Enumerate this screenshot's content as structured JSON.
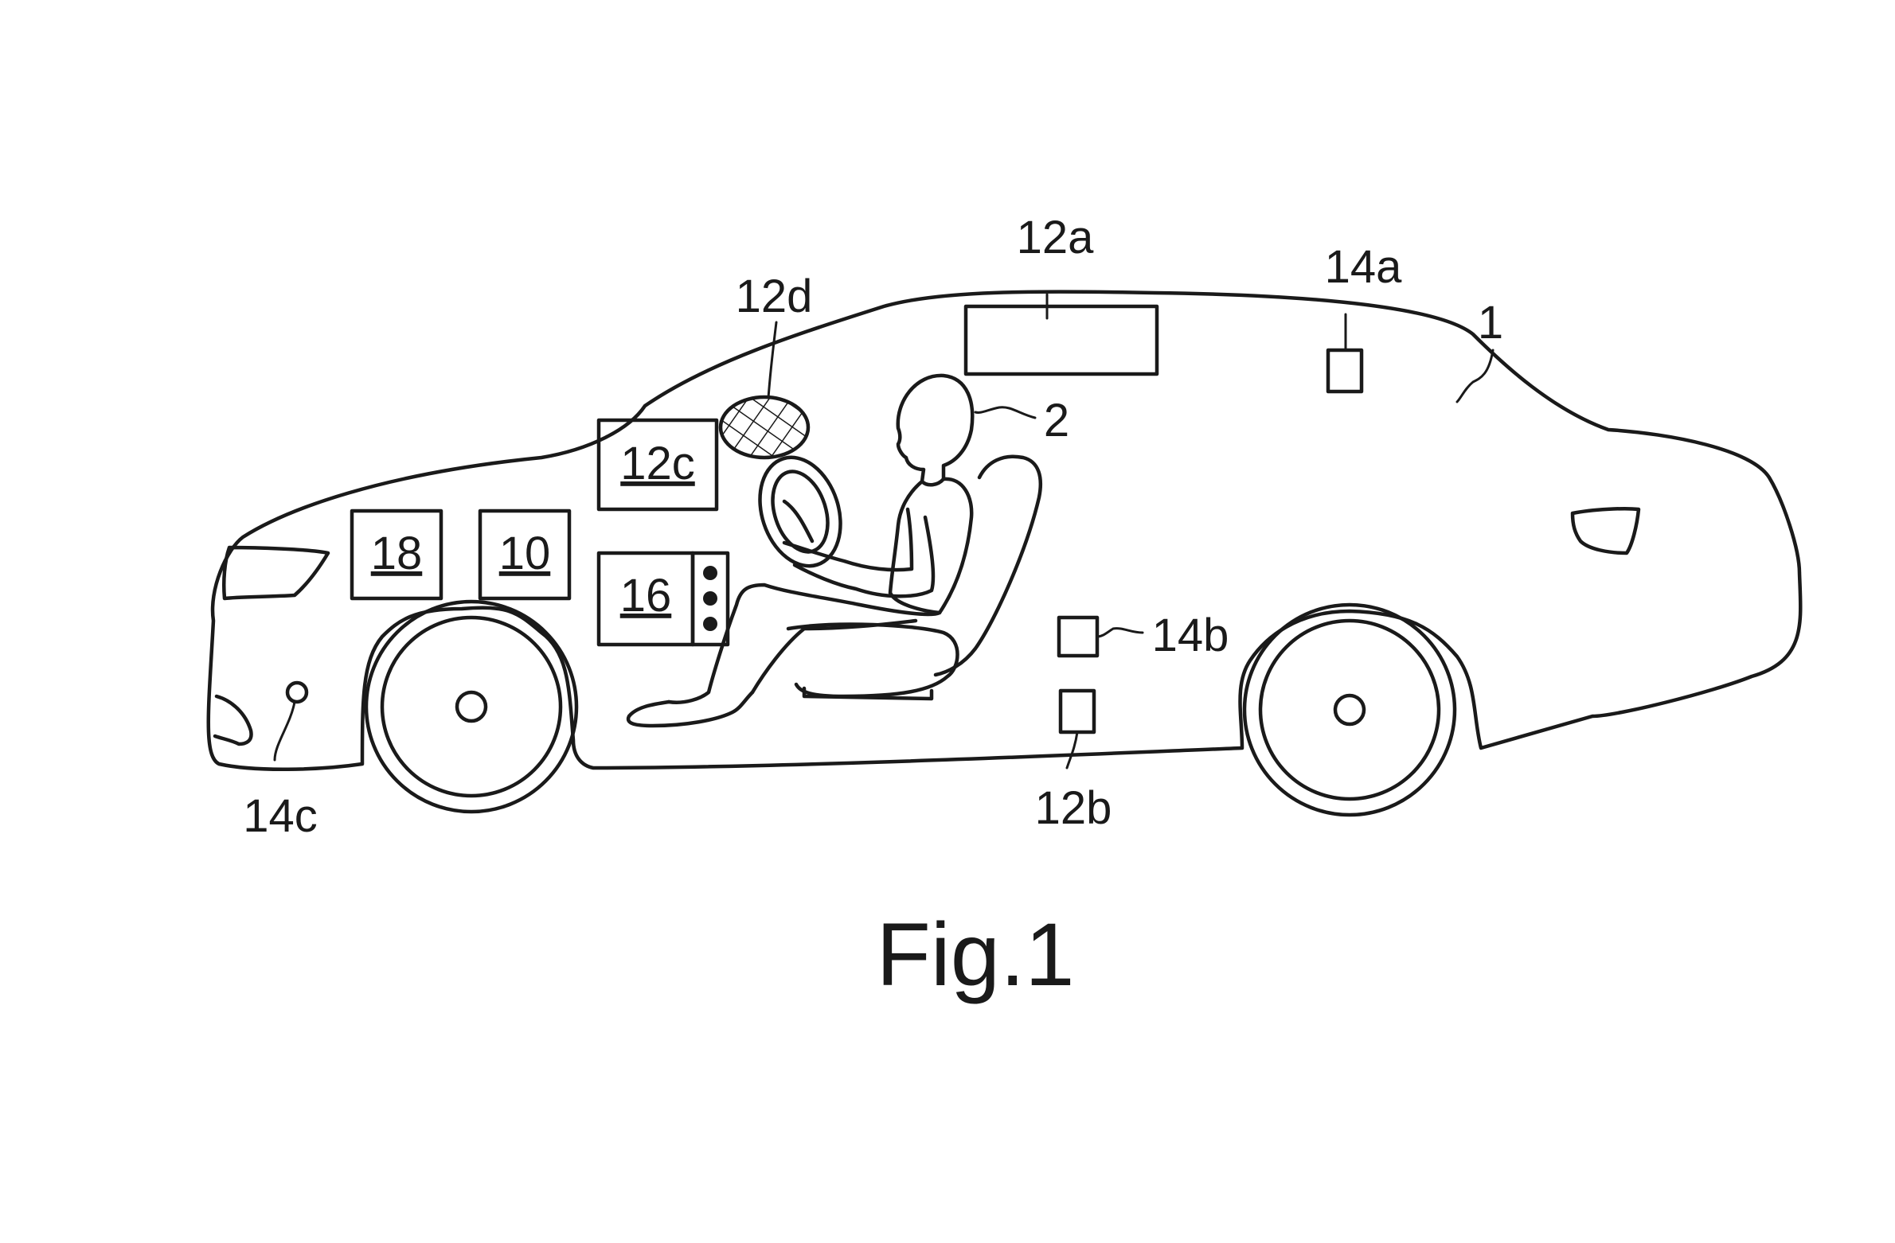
{
  "figure": {
    "caption": "Fig.1"
  },
  "labels": {
    "vehicle": "1",
    "occupant": "2",
    "unit_10": "10",
    "unit_12a": "12a",
    "unit_12b": "12b",
    "unit_12c": "12c",
    "unit_12d": "12d",
    "unit_14a": "14a",
    "unit_14b": "14b",
    "unit_14c": "14c",
    "unit_16": "16",
    "unit_18": "18"
  },
  "colors": {
    "ink": "#1a1a1a",
    "background": "#ffffff"
  }
}
